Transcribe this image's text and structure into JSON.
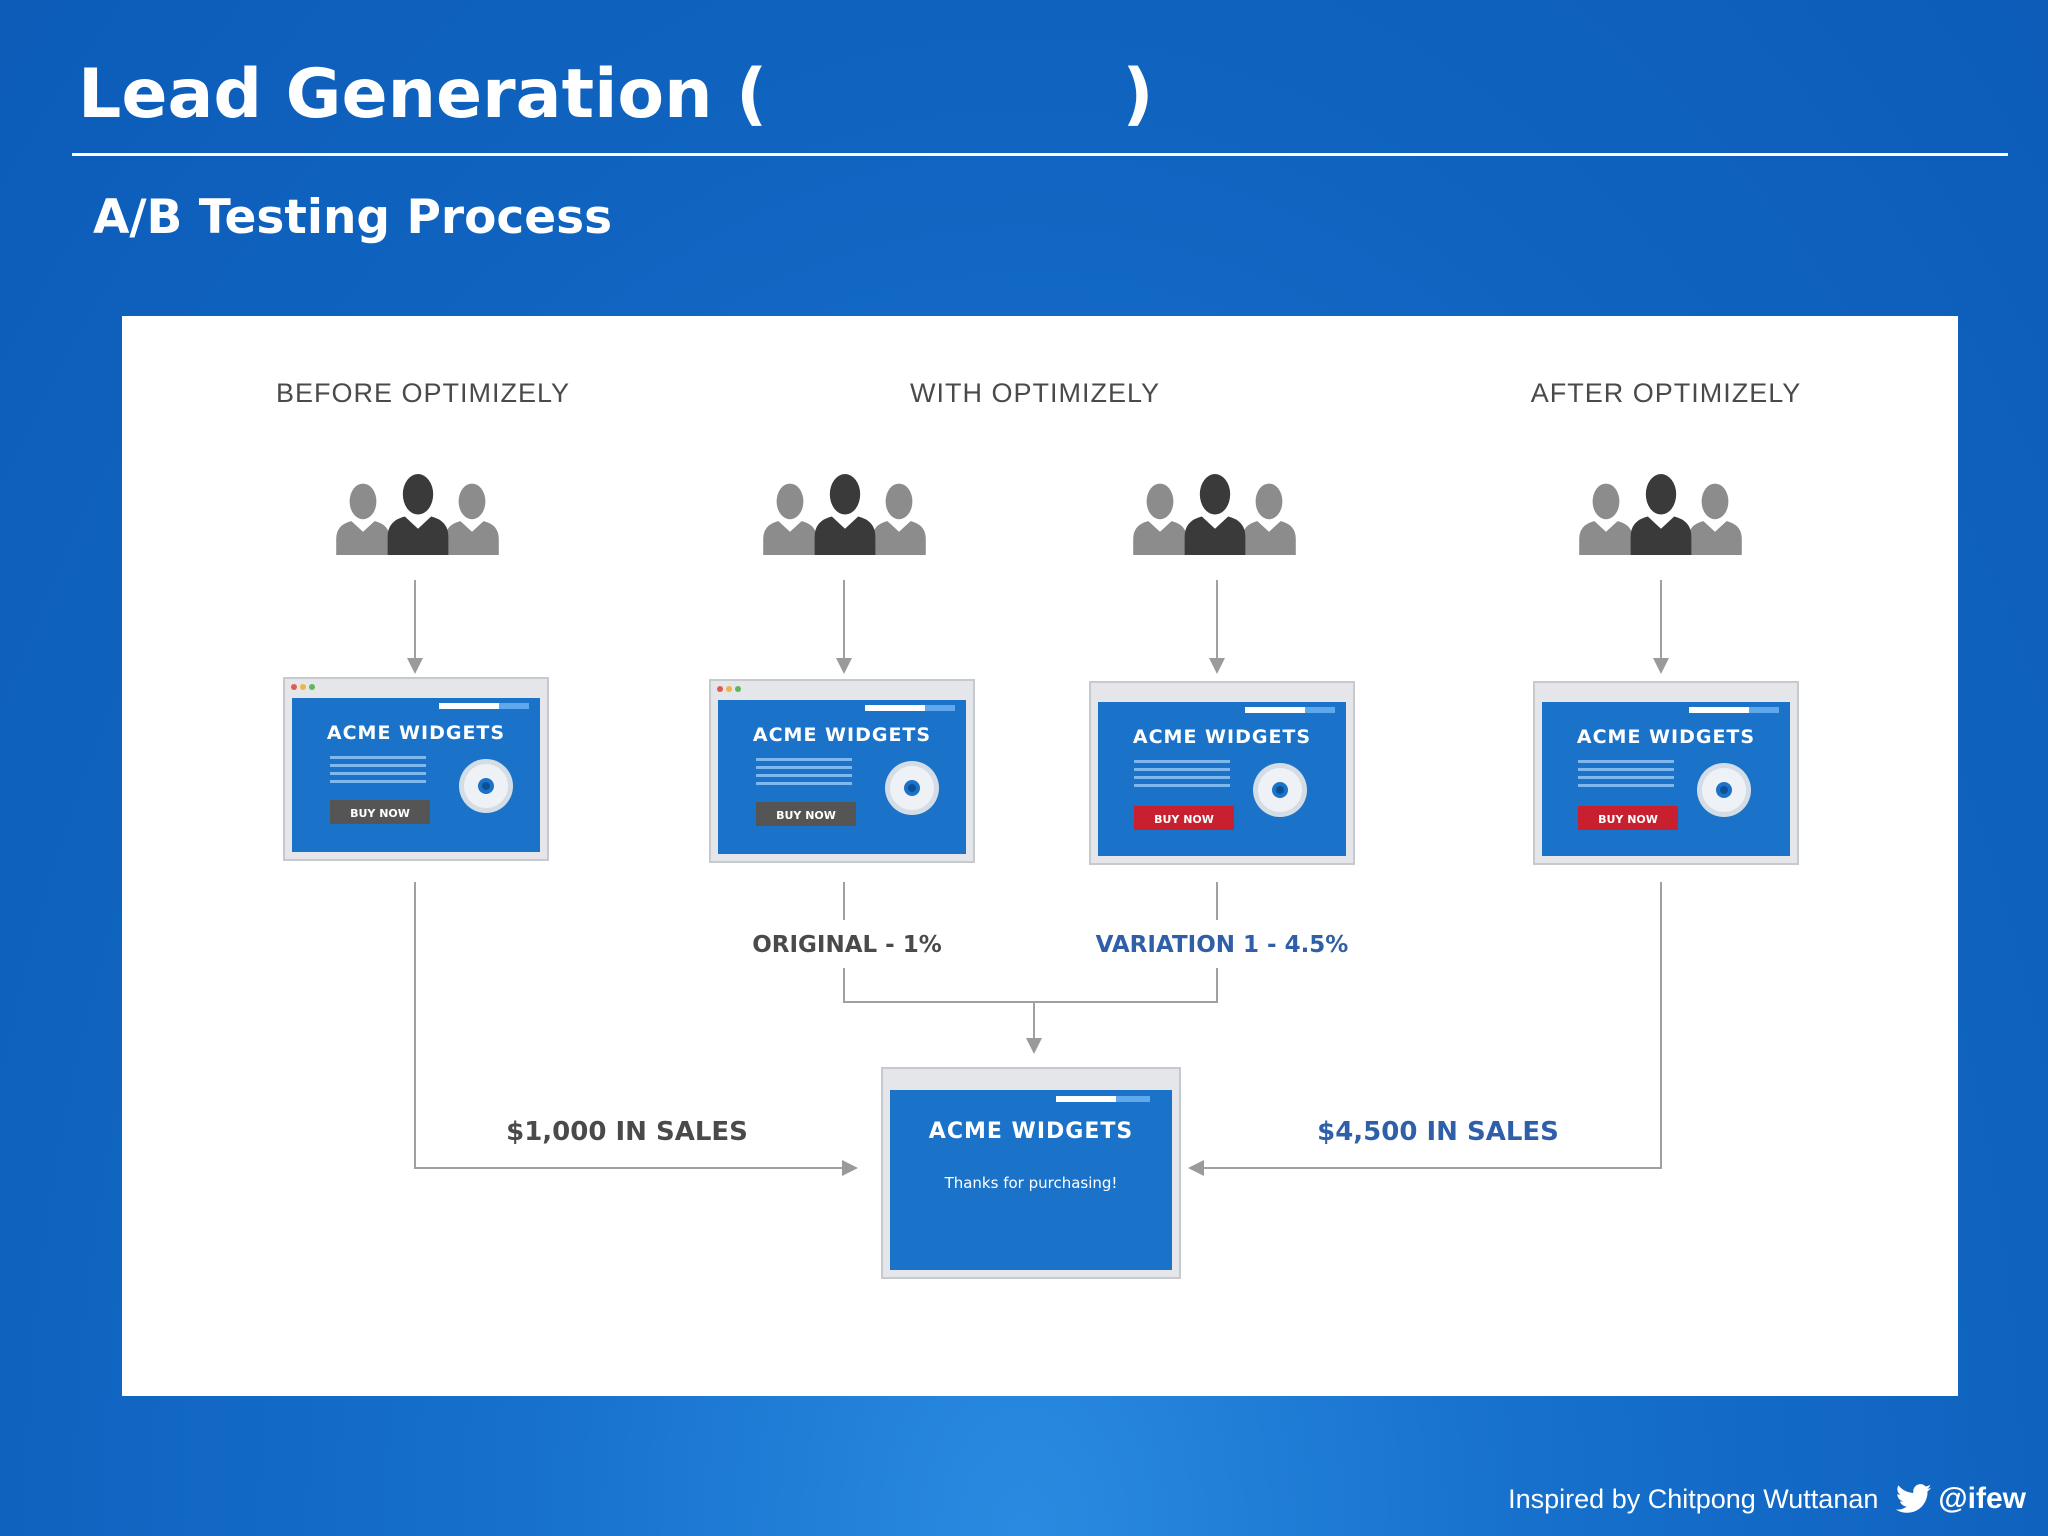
{
  "slide": {
    "title": "Lead Generation (               )",
    "subtitle": "A/B Testing Process"
  },
  "diagram": {
    "stage_before": "BEFORE OPTIMIZELY",
    "stage_with": "WITH OPTIMIZELY",
    "stage_after": "AFTER OPTIMIZELY",
    "brand": "ACME WIDGETS",
    "buy_button": "BUY NOW",
    "thanks_text": "Thanks for purchasing!",
    "original_label": "ORIGINAL - 1%",
    "variation_label": "VARIATION 1 - 4.5%",
    "sales_before": "$1,000 IN SALES",
    "sales_after": "$4,500 IN SALES",
    "colors": {
      "gray_button": "#555555",
      "red_button": "#c8202f",
      "blue_label": "#2f5fa8",
      "dark_text": "#4a4a4a",
      "screen_blue": "#1a73c9"
    }
  },
  "footer": {
    "credit": "Inspired by Chitpong Wuttanan",
    "handle": "@ifew",
    "icon": "twitter-bird-icon"
  }
}
